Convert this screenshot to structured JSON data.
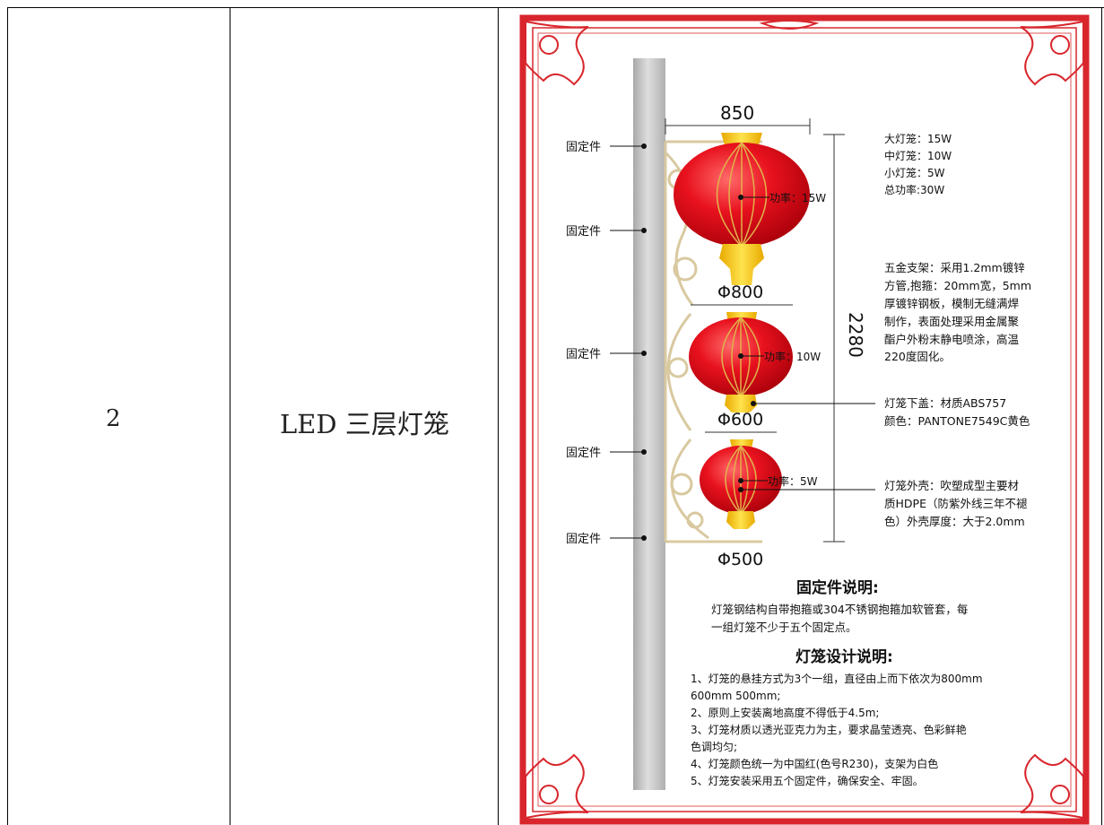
{
  "row": {
    "index": "2",
    "product": "LED 三层灯笼"
  },
  "drawing": {
    "width_dim": "850",
    "height_dim": "2280",
    "fixing_label": "固定件",
    "diameters": [
      "Φ800",
      "Φ600",
      "Φ500"
    ],
    "power_labels": [
      "功率：15W",
      "功率：10W",
      "功率：5W"
    ],
    "power_specs": [
      "大灯笼：15W",
      "中灯笼：10W",
      "小灯笼：5W",
      "总功率:30W"
    ],
    "bracket_spec": [
      "五金支架：采用1.2mm镀锌",
      "方管,抱箍：20mm宽，5mm",
      "厚镀锌钢板，模制无缝满焊",
      "制作，表面处理采用金属聚",
      "酯户外粉末静电喷涂，高温",
      "220度固化。"
    ],
    "cover_spec": [
      "灯笼下盖：材质ABS757",
      "颜色：PANTONE7549C黄色"
    ],
    "shell_spec": [
      "灯笼外壳：吹塑成型主要材",
      "质HDPE（防紫外线三年不褪",
      "色）外壳厚度：大于2.0mm"
    ],
    "fixing_title": "固定件说明:",
    "fixing_desc": [
      "灯笼钢结构自带抱箍或304不锈钢抱箍加软管套，每",
      "一组灯笼不少于五个固定点。"
    ],
    "design_title": "灯笼设计说明:",
    "design_notes": [
      "1、灯笼的悬挂方式为3个一组，直径由上而下依次为800mm",
      "600mm   500mm;",
      "2、原则上安装离地高度不得低于4.5m;",
      "3、灯笼材质以透光亚克力为主，要求晶莹透亮、色彩鲜艳",
      "色调均匀;",
      "4、灯笼颜色统一为中国红(色号R230)，支架为白色",
      "5、灯笼安装采用五个固定件，确保安全、牢固。"
    ]
  },
  "colors": {
    "lantern_red": "#e8121e",
    "border_red": "#d8262c",
    "cap_yellow": "#ffd400",
    "pole_gray": "#c6c6c6"
  }
}
